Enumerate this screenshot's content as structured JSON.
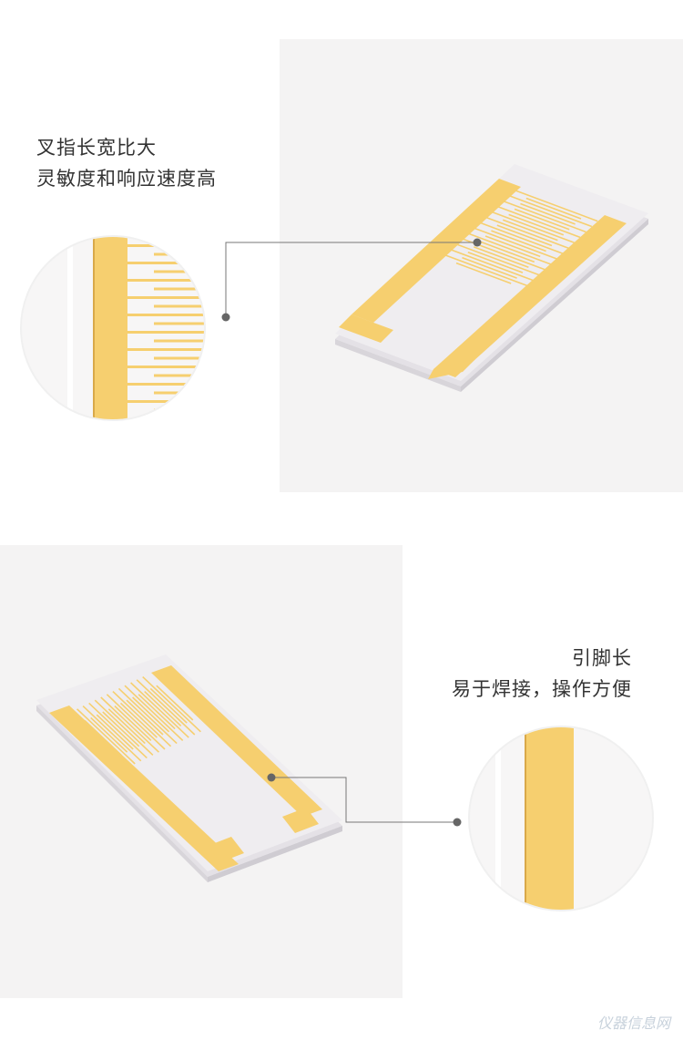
{
  "features": [
    {
      "title": "叉指长宽比大",
      "subtitle": "灵敏度和响应速度高"
    },
    {
      "title": "引脚长",
      "subtitle": "易于焊接，操作方便"
    }
  ],
  "colors": {
    "panel": "#f4f3f3",
    "gold": "#f6cf6f",
    "gold_dark": "#e8b64d",
    "substrate": "#efedf0",
    "leader": "#777777"
  },
  "watermark": "仪器信息网"
}
